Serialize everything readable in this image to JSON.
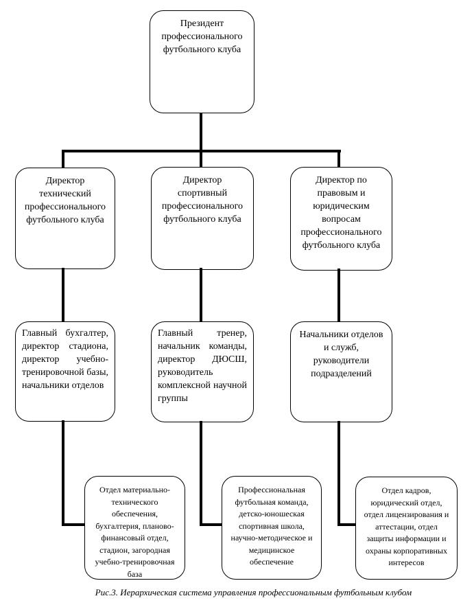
{
  "figure": {
    "caption": "Рис.3. Иерархическая система управления профессиональным футбольным клубом"
  },
  "org_chart": {
    "level1": {
      "president": "Президент профессионального футбольного клуба"
    },
    "level2": {
      "technical_director": "Директор технический профессионального футбольного клуба",
      "sports_director": "Директор спортивный профессионального футбольного клуба",
      "legal_director": "Директор по правовым и юридическим вопросам профессионального футбольного клуба"
    },
    "level3": {
      "technical_staff": "Главный бухгалтер, директор стадиона, директор учебно-тренировочной базы, начальники отделов",
      "sports_staff": "Главный тренер, начальник команды, директор ДЮСШ, руководитель комплексной научной группы",
      "legal_staff": "Начальники отделов и служб, руководители подразделений"
    },
    "level4": {
      "technical_units": "Отдел материально-технического обеспечения, бухгалтерия, планово-финансовый отдел, стадион, загородная учебно-тренировочная база",
      "sports_units": "Профессиональная футбольная команда, детско-юношеская спортивная школа, научно-методическое и медицинское обеспечение",
      "legal_units": "Отдел кадров, юридический отдел, отдел лицензирования и аттестации, отдел защиты информации и охраны корпоративных интересов"
    }
  }
}
